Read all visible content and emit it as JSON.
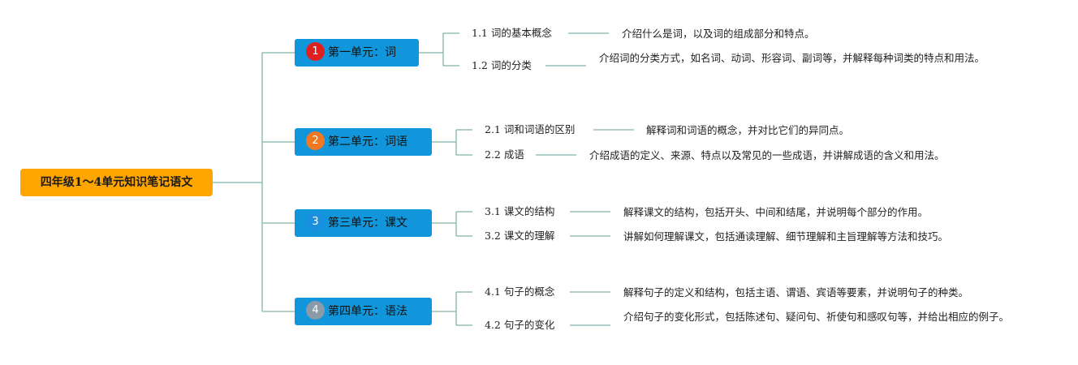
{
  "root": {
    "title": "四年级1～4单元知识笔记语文",
    "color": "#ffa500"
  },
  "unit_color": "#1296db",
  "line_color": "#7fb5aa",
  "units": [
    {
      "label": "第一单元：词",
      "badge": "1",
      "badge_color": "#e02020",
      "topics": [
        {
          "label": "1.1 词的基本概念",
          "desc": "介绍什么是词，以及词的组成部分和特点。"
        },
        {
          "label": "1.2 词的分类",
          "desc": "介绍词的分类方式，如名词、动词、形容词、副词等，并解释每种词类的特点和用法。"
        }
      ]
    },
    {
      "label": "第二单元：词语",
      "badge": "2",
      "badge_color": "#f07820",
      "topics": [
        {
          "label": "2.1 词和词语的区别",
          "desc": "解释词和词语的概念，并对比它们的异同点。"
        },
        {
          "label": "2.2 成语",
          "desc": "介绍成语的定义、来源、特点以及常见的一些成语，并讲解成语的含义和用法。"
        }
      ]
    },
    {
      "label": "第三单元：课文",
      "badge": "3",
      "badge_color": "#1a8fe0",
      "topics": [
        {
          "label": "3.1 课文的结构",
          "desc": "解释课文的结构，包括开头、中间和结尾，并说明每个部分的作用。"
        },
        {
          "label": "3.2 课文的理解",
          "desc": "讲解如何理解课文，包括通读理解、细节理解和主旨理解等方法和技巧。"
        }
      ]
    },
    {
      "label": "第四单元：语法",
      "badge": "4",
      "badge_color": "#8a9aa6",
      "topics": [
        {
          "label": "4.1 句子的概念",
          "desc": "解释句子的定义和结构，包括主语、谓语、宾语等要素，并说明句子的种类。"
        },
        {
          "label": "4.2 句子的变化",
          "desc": "介绍句子的变化形式，包括陈述句、疑问句、祈使句和感叹句等，并给出相应的例子。"
        }
      ]
    }
  ]
}
